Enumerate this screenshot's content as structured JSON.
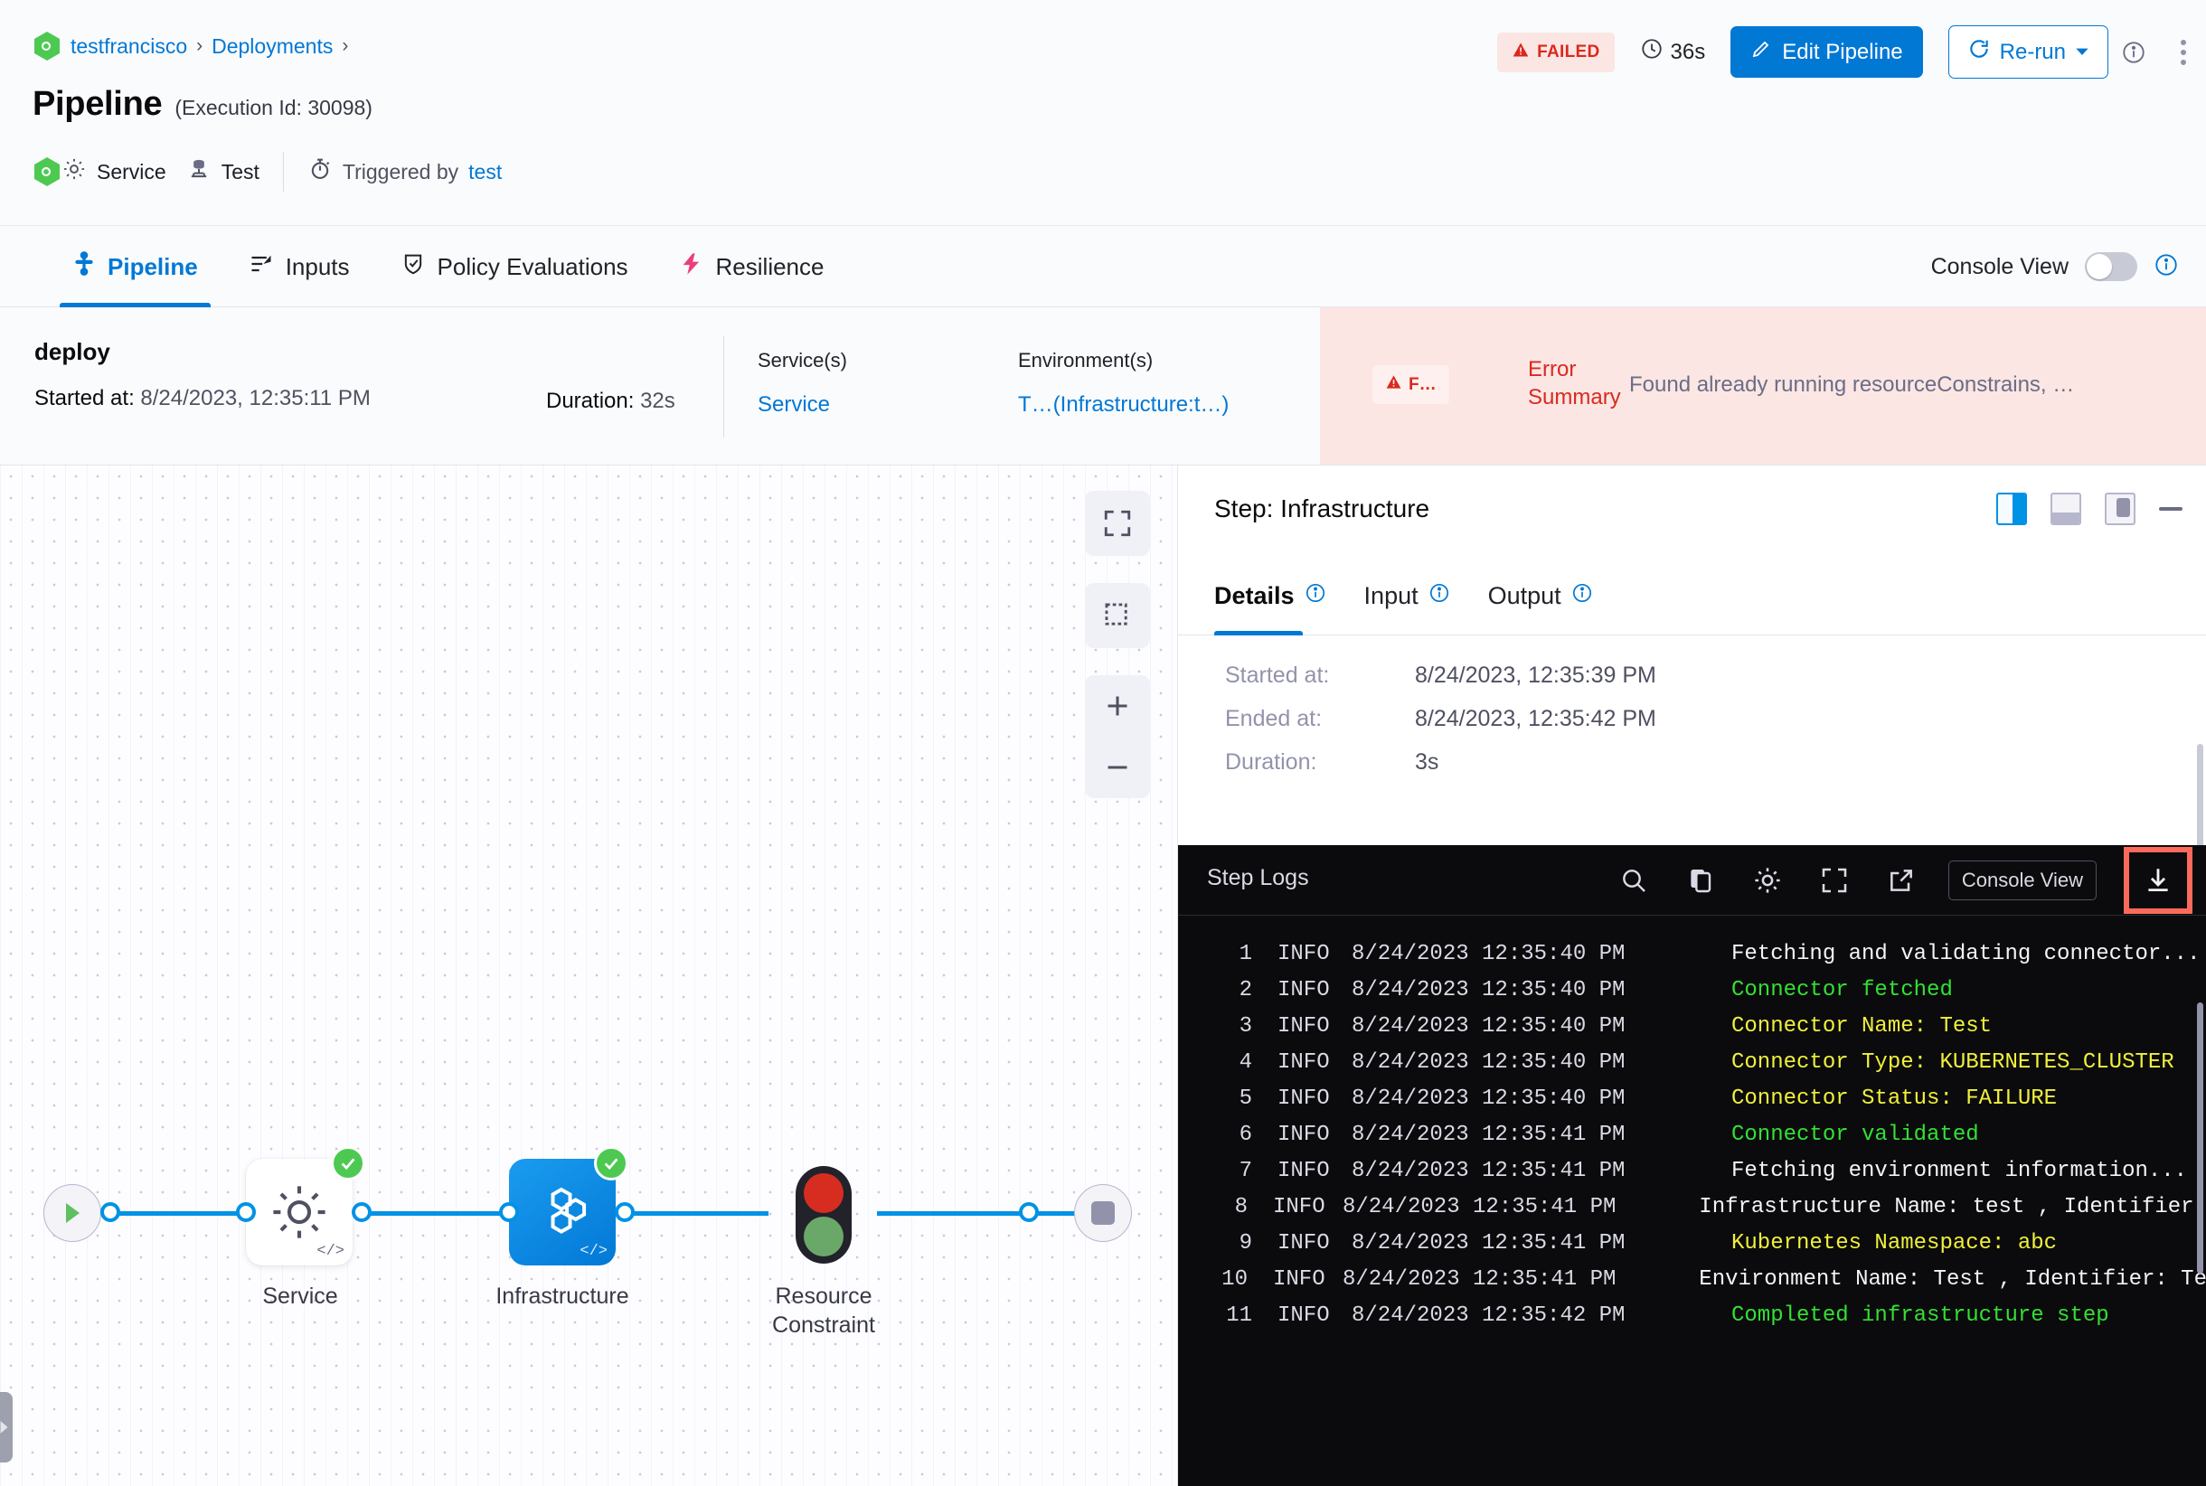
{
  "header": {
    "breadcrumb": {
      "org": "testfrancisco",
      "section": "Deployments",
      "sep": "›"
    },
    "title": "Pipeline",
    "execution_id_label": "(Execution Id: 30098)",
    "meta": {
      "service_label": "Service",
      "env_label": "Test",
      "triggered_by_label": "Triggered by",
      "triggered_by_user": "test"
    },
    "status_badge": "FAILED",
    "duration": "36s",
    "edit_pipeline_label": "Edit Pipeline",
    "rerun_label": "Re-run",
    "status_color": "#da291d",
    "accent_color": "#0278d5"
  },
  "tabs": {
    "items": [
      {
        "label": "Pipeline",
        "icon": "pipeline-icon",
        "active": true
      },
      {
        "label": "Inputs",
        "icon": "inputs-icon",
        "active": false
      },
      {
        "label": "Policy Evaluations",
        "icon": "shield-check-icon",
        "active": false
      },
      {
        "label": "Resilience",
        "icon": "resilience-icon",
        "active": false
      }
    ],
    "console_view_label": "Console View"
  },
  "stage": {
    "name": "deploy",
    "started_label": "Started at:",
    "started_value": "8/24/2023, 12:35:11 PM",
    "duration_label": "Duration:",
    "duration_value": "32s",
    "services_label": "Service(s)",
    "services_value": "Service",
    "environments_label": "Environment(s)",
    "environments_value": "T…(Infrastructure:t…)",
    "error_chip": "F…",
    "error_summary_label": "Error Summary",
    "error_summary_text": "Found already running resourceConstrains, …"
  },
  "graph": {
    "nodes": [
      {
        "label": "Service",
        "status": "success",
        "type": "gear-node"
      },
      {
        "label": "Infrastructure",
        "status": "success",
        "type": "infrastructure-node",
        "selected": true
      },
      {
        "label": "Resource Constraint",
        "status": "waiting",
        "type": "traffic-light-node"
      }
    ],
    "code_glyph": "</>"
  },
  "panel": {
    "title": "Step: Infrastructure",
    "tabs": [
      {
        "label": "Details",
        "active": true
      },
      {
        "label": "Input",
        "active": false
      },
      {
        "label": "Output",
        "active": false
      }
    ],
    "details": [
      {
        "key": "Started at:",
        "value": "8/24/2023, 12:35:39 PM"
      },
      {
        "key": "Ended at:",
        "value": "8/24/2023, 12:35:42 PM"
      },
      {
        "key": "Duration:",
        "value": "3s"
      }
    ]
  },
  "logs": {
    "title": "Step Logs",
    "console_view_label": "Console View",
    "actions": [
      "search-icon",
      "copy-icon",
      "gear-icon",
      "fullscreen-icon",
      "open-external-icon"
    ],
    "download_highlight_color": "#fb6a5a",
    "lines": [
      {
        "n": "1",
        "level": "INFO",
        "time": "8/24/2023 12:35:40 PM",
        "msg": "Fetching and validating connector...",
        "color": "white"
      },
      {
        "n": "2",
        "level": "INFO",
        "time": "8/24/2023 12:35:40 PM",
        "msg": "Connector fetched",
        "color": "green"
      },
      {
        "n": "3",
        "level": "INFO",
        "time": "8/24/2023 12:35:40 PM",
        "msg": "Connector Name: Test",
        "color": "yellow"
      },
      {
        "n": "4",
        "level": "INFO",
        "time": "8/24/2023 12:35:40 PM",
        "msg": "Connector Type: KUBERNETES_CLUSTER",
        "color": "yellow"
      },
      {
        "n": "5",
        "level": "INFO",
        "time": "8/24/2023 12:35:40 PM",
        "msg": "Connector Status: FAILURE",
        "color": "yellow"
      },
      {
        "n": "6",
        "level": "INFO",
        "time": "8/24/2023 12:35:41 PM",
        "msg": "Connector validated",
        "color": "green"
      },
      {
        "n": "7",
        "level": "INFO",
        "time": "8/24/2023 12:35:41 PM",
        "msg": "Fetching environment information...",
        "color": "white"
      },
      {
        "n": "8",
        "level": "INFO",
        "time": "8/24/2023 12:35:41 PM",
        "msg": "Infrastructure Name: test , Identifier:",
        "color": "white"
      },
      {
        "n": "9",
        "level": "INFO",
        "time": "8/24/2023 12:35:41 PM",
        "msg": "Kubernetes Namespace: abc",
        "color": "yellow"
      },
      {
        "n": "10",
        "level": "INFO",
        "time": "8/24/2023 12:35:41 PM",
        "msg": "Environment Name: Test , Identifier: Te",
        "color": "white"
      },
      {
        "n": "11",
        "level": "INFO",
        "time": "8/24/2023 12:35:42 PM",
        "msg": "Completed infrastructure step",
        "color": "green"
      }
    ]
  }
}
